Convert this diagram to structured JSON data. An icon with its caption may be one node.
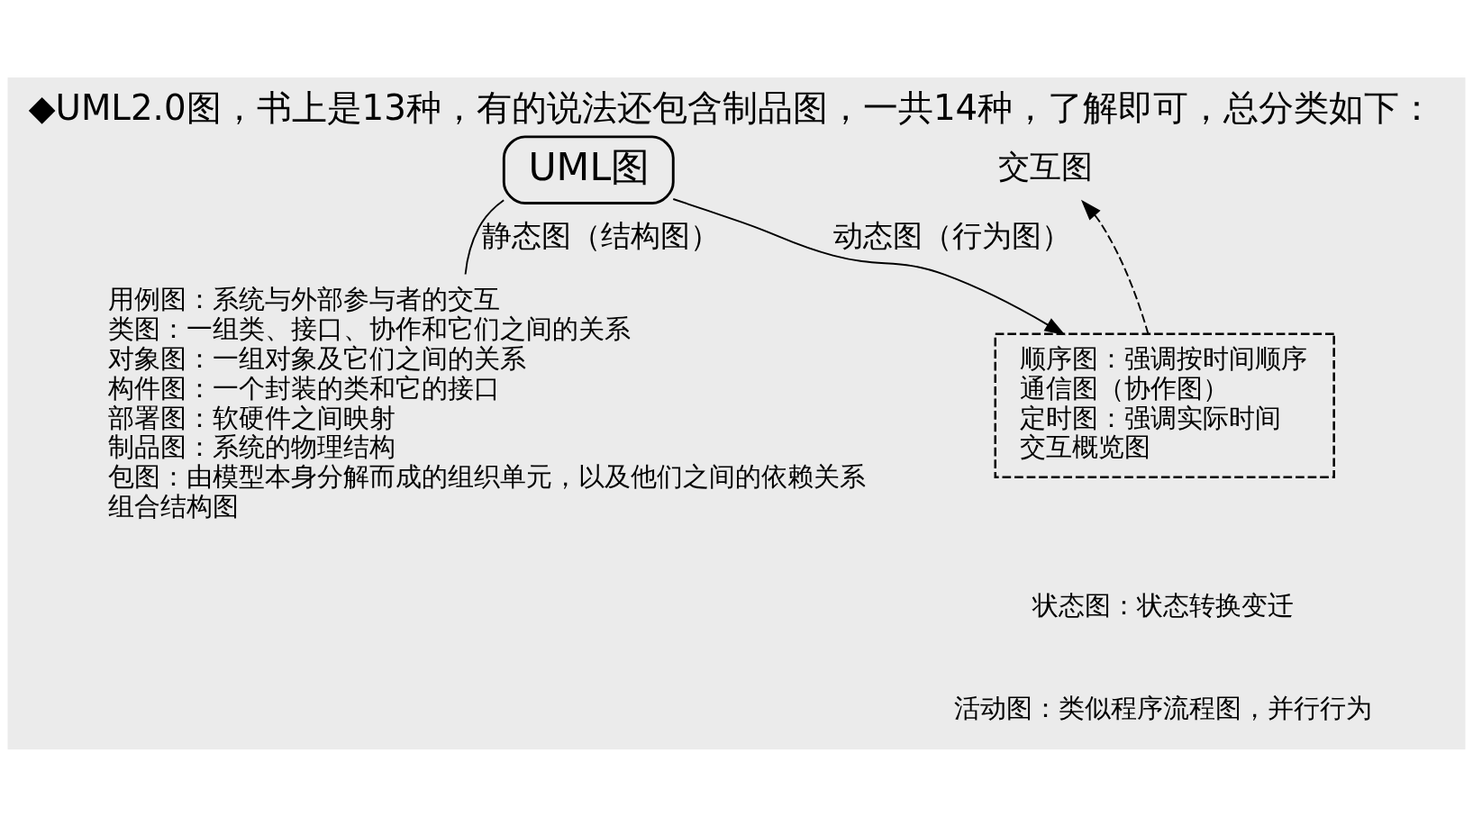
{
  "diagram": {
    "title": "◆UML2.0图，书上是13种，有的说法还包含制品图，一共14种，了解即可，总分类如下：",
    "nodes": [
      {
        "text": [
          "UML图"
        ]
      },
      {
        "text": [
          "用例图：系统与外部参与者的交互",
          "类图：一组类、接口、协作和它们之间的关系",
          "对象图：一组对象及它们之间的关系",
          "构件图：一个封装的类和它的接口",
          "部署图：软硬件之间映射",
          "制品图：系统的物理结构",
          "包图：由模型本身分解而成的组织单元，以及他们之间的依赖关系",
          "组合结构图"
        ]
      },
      {
        "text": [
          "顺序图：强调按时间顺序",
          "通信图（协作图）",
          "定时图：强调实际时间",
          "交互概览图"
        ]
      },
      {
        "text": [
          "交互图"
        ]
      }
    ],
    "edges": [
      {
        "from": 0,
        "to": 1,
        "arrow": "none",
        "label": "静态图（结构图）"
      },
      {
        "from": 0,
        "to": 2,
        "arrow": "to",
        "label": "动态图（行为图）"
      },
      {
        "from": 2,
        "to": 3,
        "arrow": "to",
        "style": "dashed"
      }
    ],
    "labels": [
      "状态图：状态转换变迁",
      "活动图：类似程序流程图，并行行为"
    ]
  }
}
